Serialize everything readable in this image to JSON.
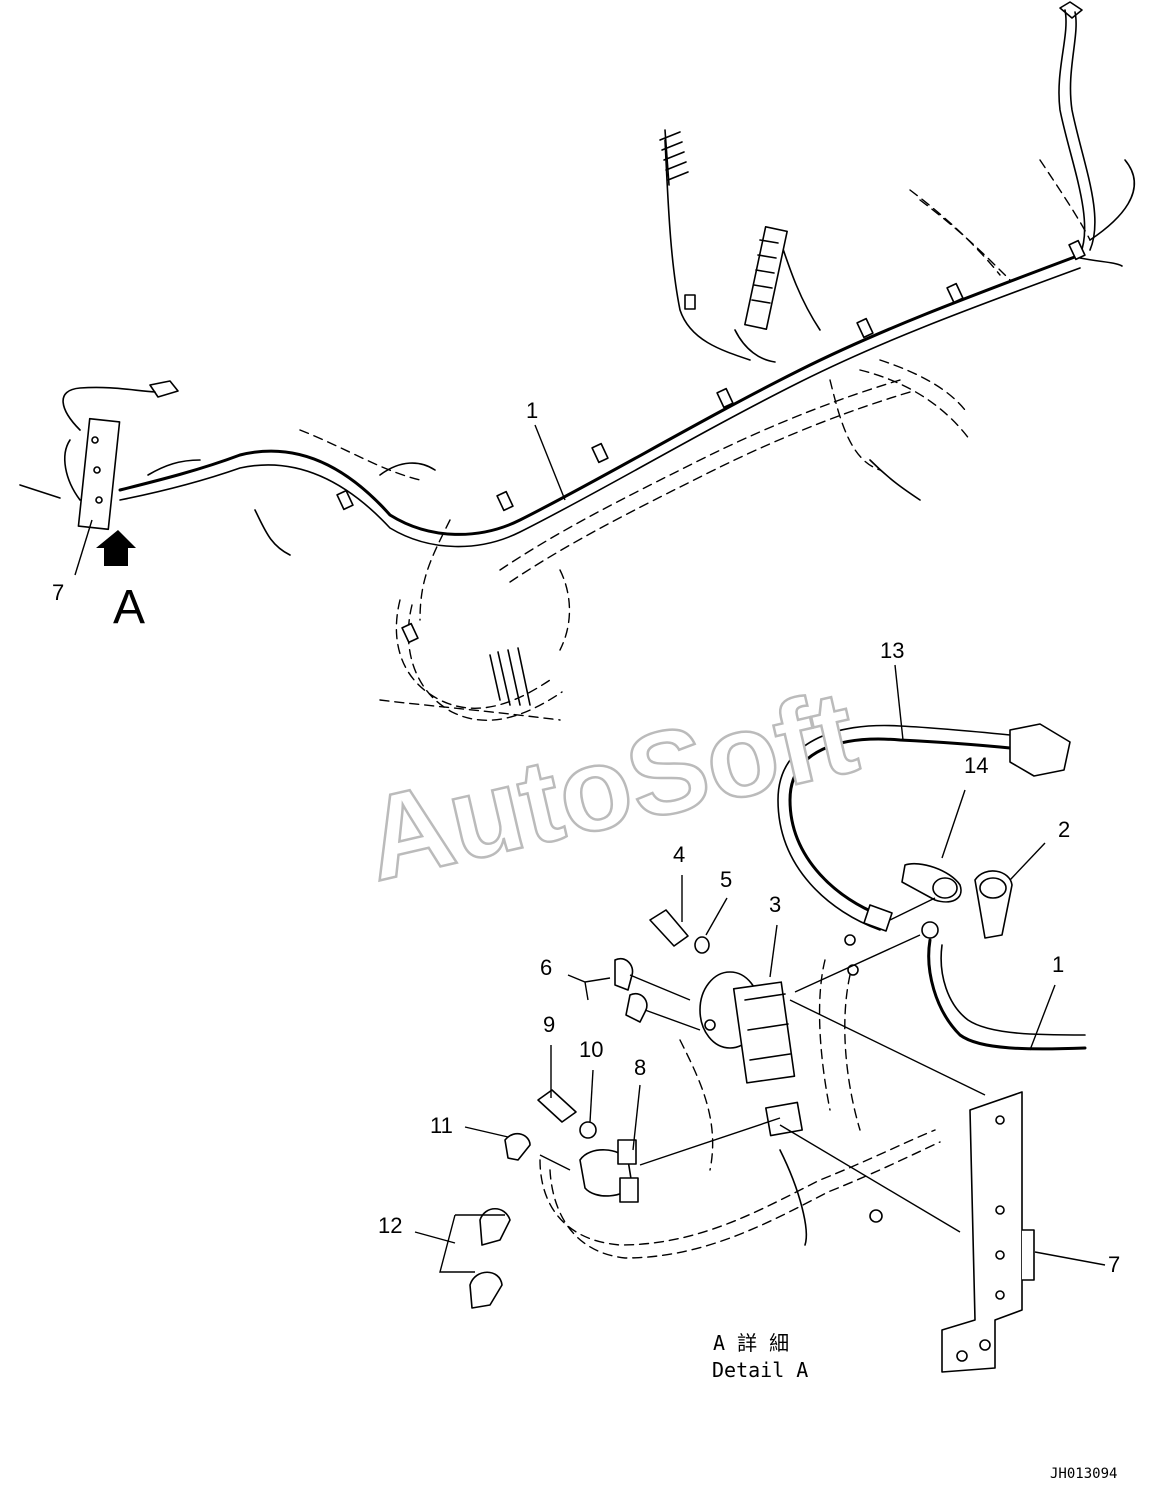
{
  "callouts": {
    "c1_top": "1",
    "c7_left": "7",
    "c13": "13",
    "c14": "14",
    "c2": "2",
    "c4": "4",
    "c5": "5",
    "c3": "3",
    "c1_right": "1",
    "c6": "6",
    "c9": "9",
    "c10": "10",
    "c8": "8",
    "c11": "11",
    "c12": "12",
    "c7_right": "7"
  },
  "view_letter": "A",
  "detail_caption": {
    "japanese": "A 詳 細",
    "english": "Detail A"
  },
  "drawing_code": "JH013094",
  "watermark": "AutoSoft"
}
